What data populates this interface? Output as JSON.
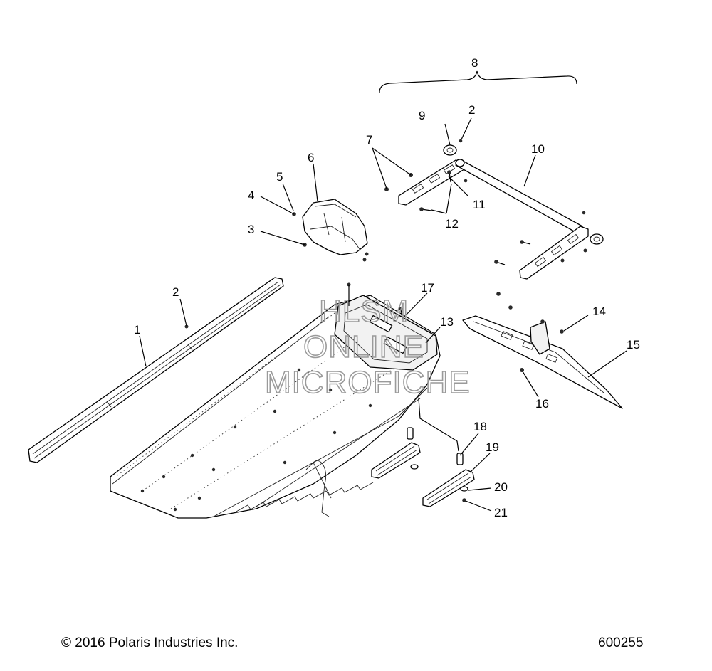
{
  "diagram": {
    "callouts": [
      "1",
      "2",
      "2",
      "3",
      "4",
      "5",
      "6",
      "7",
      "8",
      "9",
      "10",
      "11",
      "12",
      "13",
      "14",
      "15",
      "16",
      "17",
      "18",
      "19",
      "20",
      "21"
    ],
    "watermark": {
      "line1": "HLSM",
      "line2": "ONLINE",
      "line3": "MICROFICHE"
    }
  },
  "footer": {
    "copyright": "© 2016 Polaris Industries Inc.",
    "diagram_number": "600255"
  }
}
